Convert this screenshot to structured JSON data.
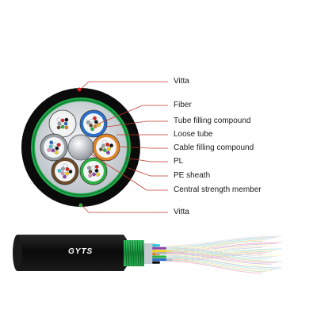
{
  "diagram": {
    "labels": [
      "Vitta",
      "Fiber",
      "Tube filling compound",
      "Loose tube",
      "Cable filling compound",
      "PL",
      "PE sheath",
      "Central strength member",
      "Vitta"
    ],
    "cable_marking": "GYTS",
    "colors": {
      "sheath": "#0b0b0b",
      "armor": "#1fa84a",
      "leader_line": "#c0392b",
      "vitta_marker": "#e02020",
      "tube_blue": "#2a6fc9",
      "tube_orange": "#e0842a",
      "tube_green": "#2fb045",
      "tube_brown": "#6b4a2b",
      "tube_grey": "#9aa0a6",
      "tube_white": "#eef0ee"
    },
    "icons": [
      "fiber-bundle-icon"
    ]
  }
}
